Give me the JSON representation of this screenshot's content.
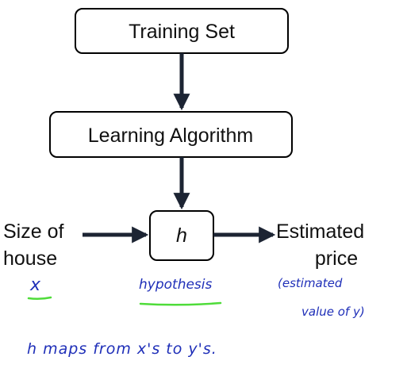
{
  "diagram": {
    "nodes": {
      "training_set": "Training Set",
      "learning_algorithm": "Learning Algorithm",
      "hypothesis_box": "h"
    },
    "input_label": {
      "line1": "Size of",
      "line2": "house"
    },
    "output_label": {
      "line1": "Estimated",
      "line2": "price"
    }
  },
  "annotations": {
    "x_note": "x",
    "hypothesis_note": "hypothesis",
    "estimate_note": {
      "line1": "(estimated",
      "line2": "value of y)"
    },
    "maps_note": "h maps from x's to y's."
  },
  "colors": {
    "box_border": "#000000",
    "arrow": "#1c2433",
    "handwriting": "#1f2fb8",
    "underline": "#4fdc3a"
  }
}
